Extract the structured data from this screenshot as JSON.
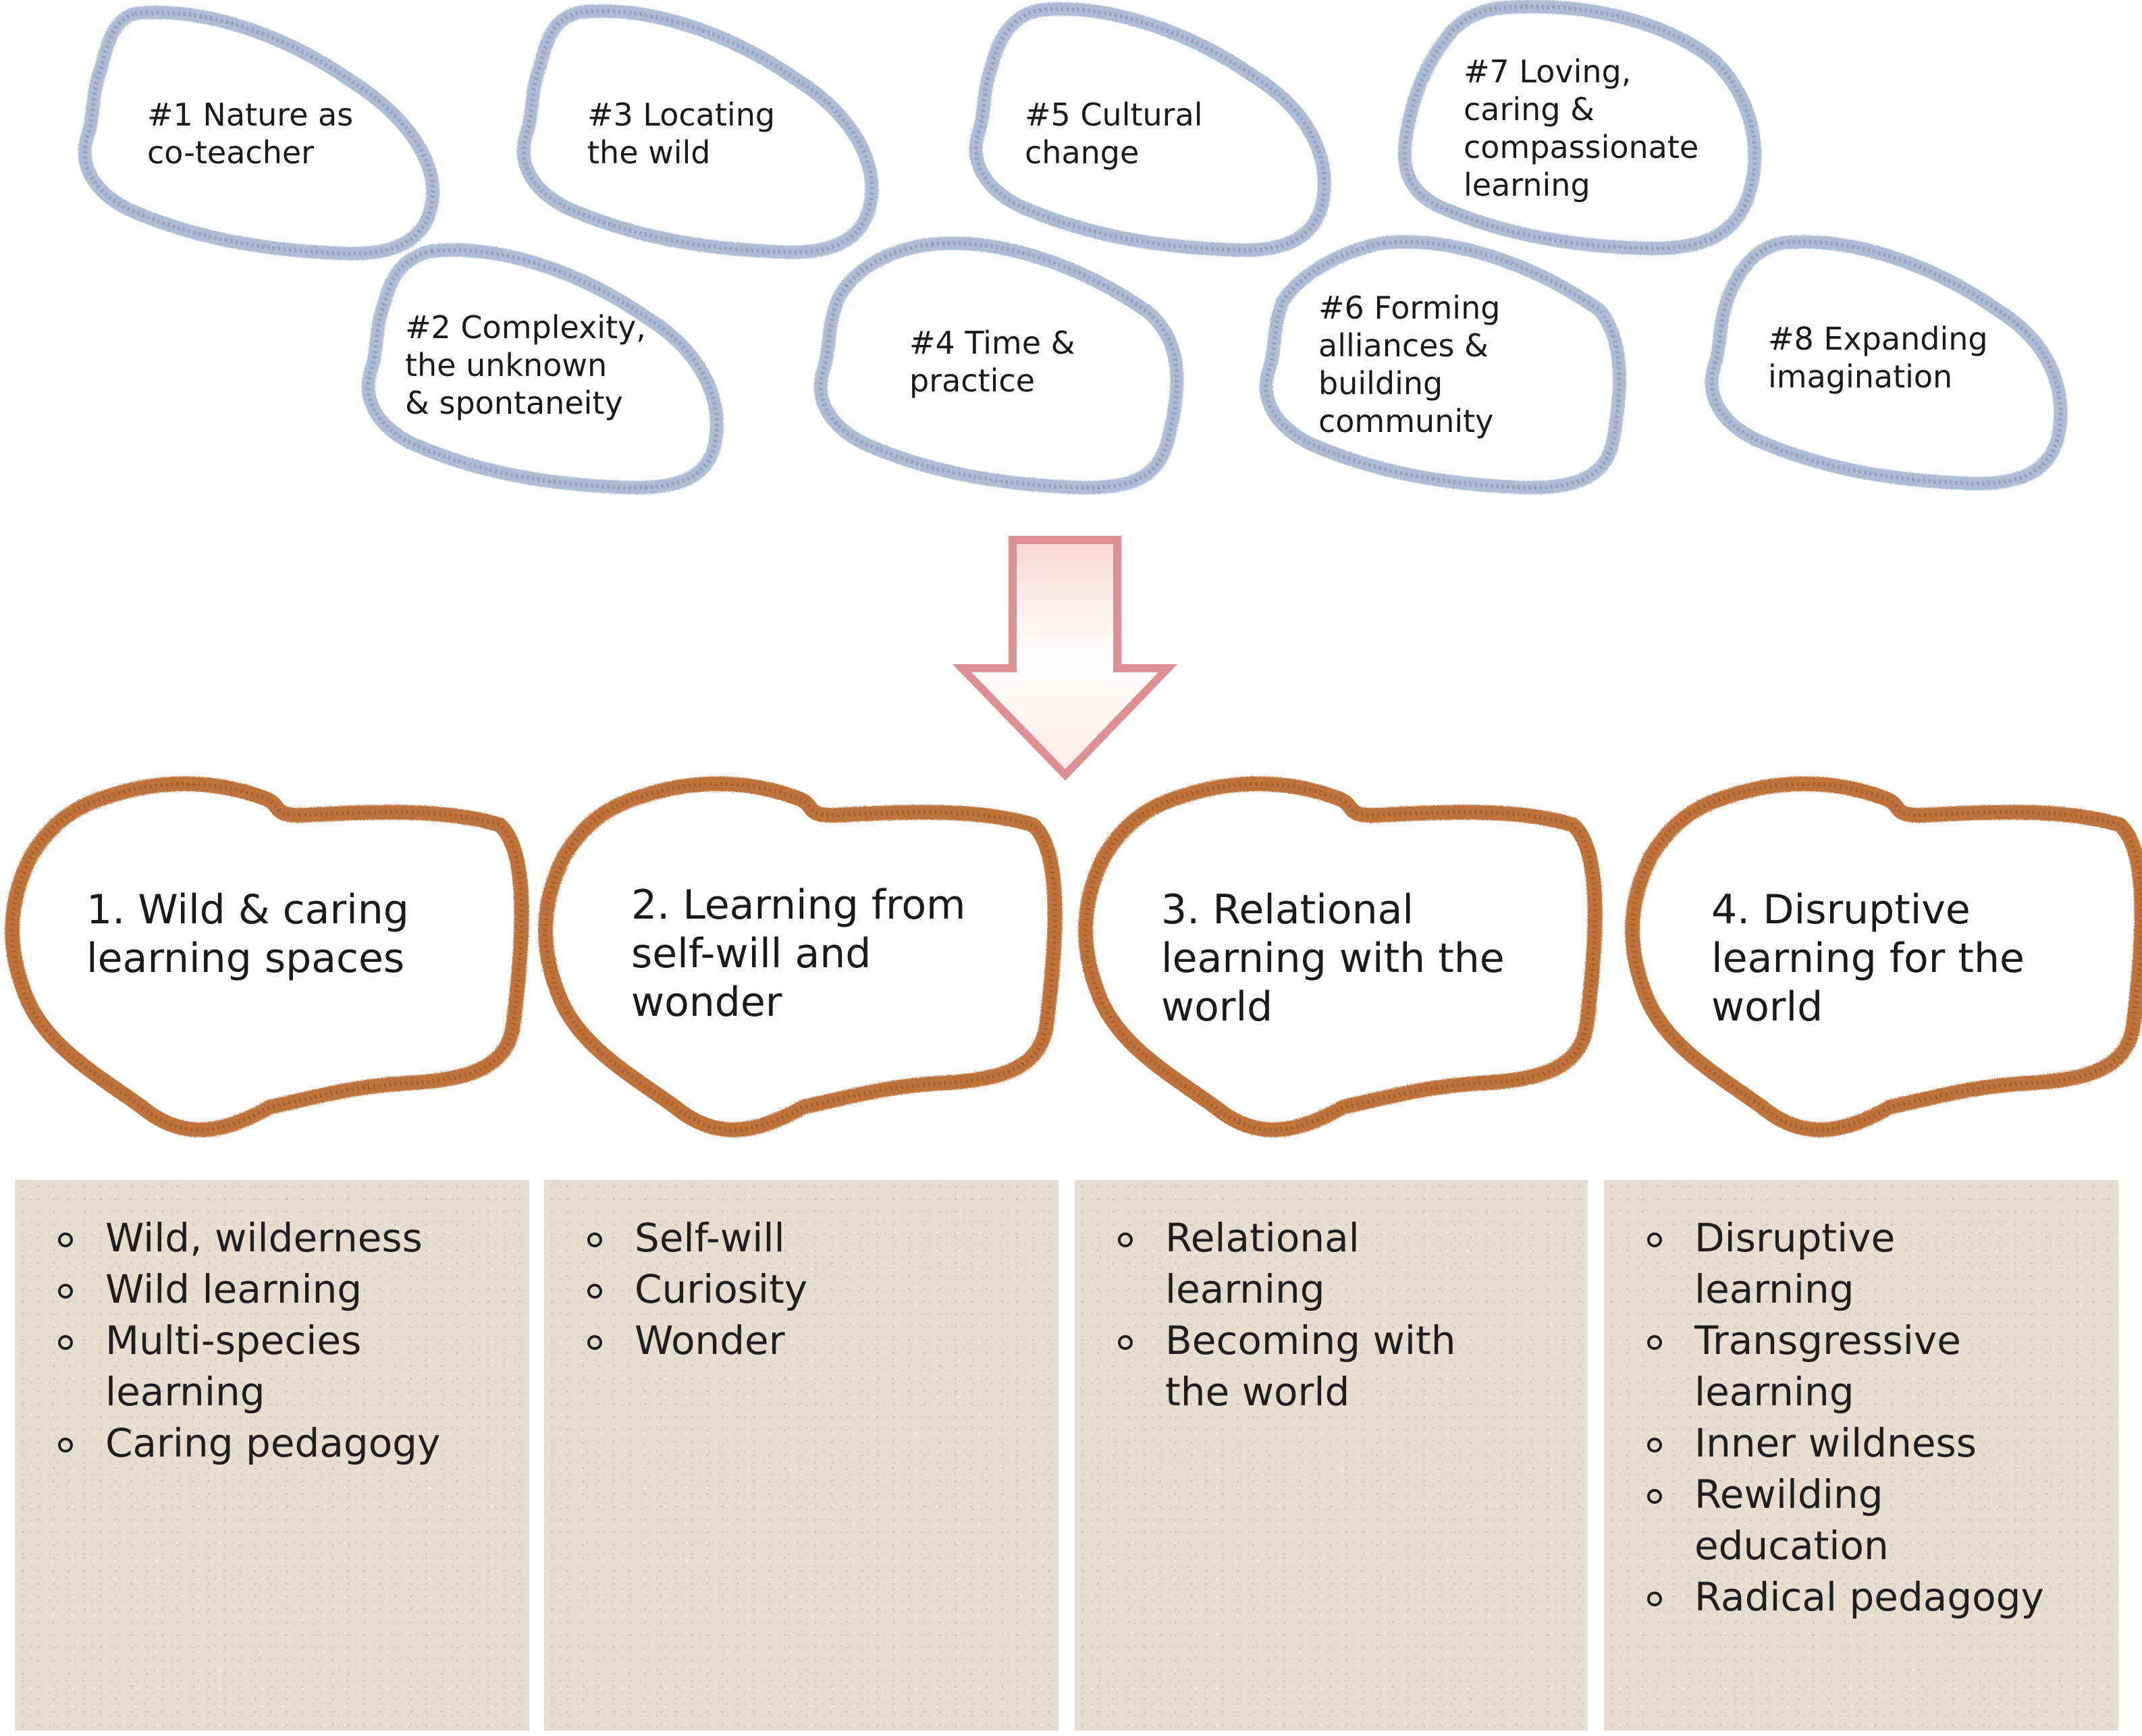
{
  "principles": [
    {
      "label": "#1 Nature as\nco-teacher"
    },
    {
      "label": "#2 Complexity,\nthe unknown\n& spontaneity"
    },
    {
      "label": "#3 Locating\nthe wild"
    },
    {
      "label": "#4 Time &\npractice"
    },
    {
      "label": "#5 Cultural\nchange"
    },
    {
      "label": "#6 Forming\nalliances &\nbuilding\ncommunity"
    },
    {
      "label": "#7 Loving,\ncaring &\ncompassionate\nlearning"
    },
    {
      "label": "#8 Expanding\nimagination"
    }
  ],
  "themes": [
    {
      "label": "1. Wild & caring\nlearning spaces",
      "items": [
        "Wild, wilderness",
        "Wild learning",
        "Multi-species\nlearning",
        "Caring pedagogy"
      ]
    },
    {
      "label": "2. Learning from\nself-will and\nwonder",
      "items": [
        "Self-will",
        "Curiosity",
        "Wonder"
      ]
    },
    {
      "label": "3. Relational\nlearning with the\nworld",
      "items": [
        "Relational\nlearning",
        "Becoming with\nthe world"
      ]
    },
    {
      "label": "4. Disruptive\nlearning for the\nworld",
      "items": [
        "Disruptive\nlearning",
        "Transgressive\nlearning",
        "Inner wildness",
        "Rewilding\neducation",
        "Radical pedagogy"
      ]
    }
  ],
  "colors": {
    "principle_outline": "#aebcd4",
    "principle_outline_dark": "#8d9cb7",
    "theme_outline": "#c0723a",
    "theme_outline_dark": "#9a5527",
    "arrow_outline": "#de8f94",
    "panel_background": "#e6ddd0"
  }
}
